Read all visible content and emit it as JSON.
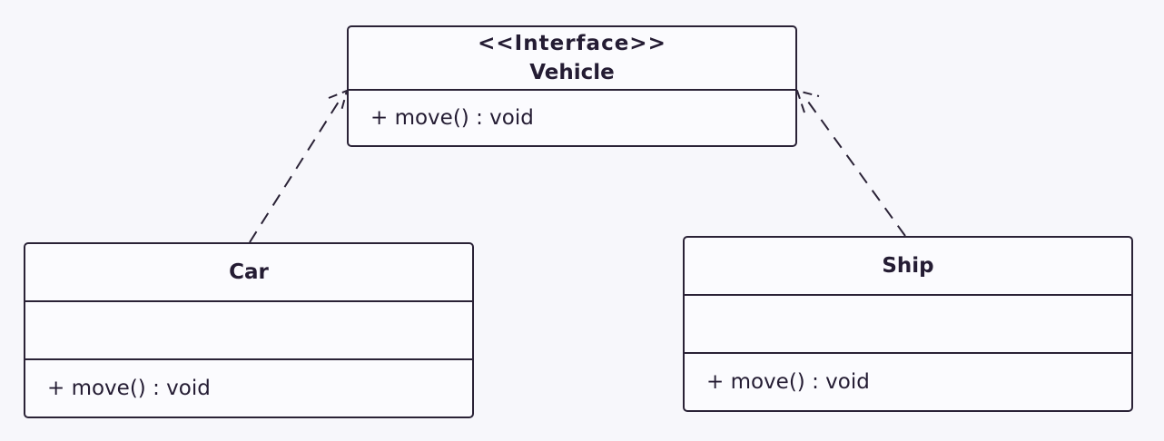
{
  "diagram": {
    "interface": {
      "stereotype": "<<Interface>>",
      "name": "Vehicle",
      "operations": [
        "+ move() : void"
      ]
    },
    "classes": [
      {
        "name": "Car",
        "attributes": [],
        "operations": [
          "+ move() : void"
        ]
      },
      {
        "name": "Ship",
        "attributes": [],
        "operations": [
          "+ move() : void"
        ]
      }
    ],
    "relations": [
      {
        "from": "Car",
        "to": "Vehicle",
        "type": "realization"
      },
      {
        "from": "Ship",
        "to": "Vehicle",
        "type": "realization"
      }
    ],
    "colors": {
      "line": "#2a2236",
      "text": "#241c33",
      "background": "#f7f7fb"
    }
  }
}
